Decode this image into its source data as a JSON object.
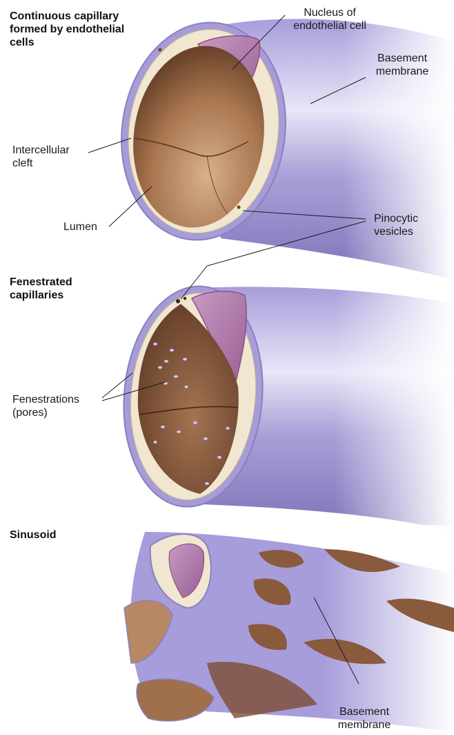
{
  "headings": {
    "continuous": "Continuous capillary\nformed by endothelial\ncells",
    "fenestrated": "Fenestrated\ncapillaries",
    "sinusoid": "Sinusoid"
  },
  "labels": {
    "nucleus": "Nucleus of\nendothelial cell",
    "basement_top": "Basement\nmembrane",
    "intercellular_cleft": "Intercellular\ncleft",
    "lumen": "Lumen",
    "pinocytic_vesicles": "Pinocytic\nvesicles",
    "fenestrations": "Fenestrations\n(pores)",
    "basement_bottom": "Basement\nmembrane"
  },
  "colors": {
    "vessel_wall": "#9d92cf",
    "wall_highlight": "#e6e1f4",
    "endothelium": "#f1e6cf",
    "nucleus": "#b680b0",
    "lumen": "#9a6a47"
  }
}
